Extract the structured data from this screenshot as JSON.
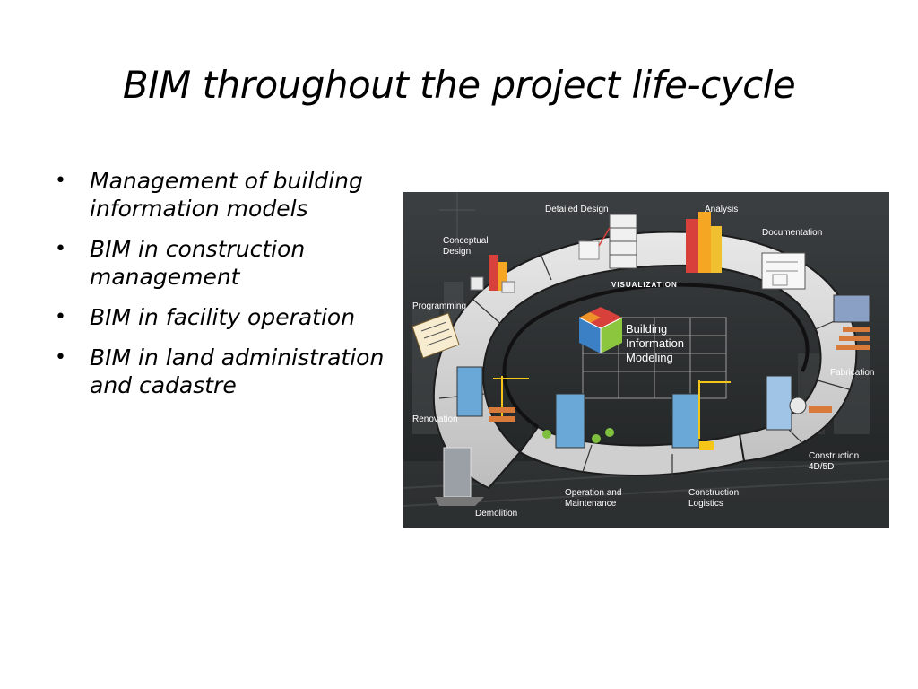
{
  "slide": {
    "title": "BIM throughout the project life-cycle",
    "bullets": [
      "Management of building information models",
      "BIM in construction management",
      "BIM in facility operation",
      "BIM in land administration and cadastre"
    ]
  },
  "diagram": {
    "center": [
      "Building",
      "Information",
      "Modeling"
    ],
    "ring_label": "VISUALIZATION",
    "stages": {
      "conceptual_design": [
        "Conceptual",
        "Design"
      ],
      "detailed_design": "Detailed Design",
      "analysis": "Analysis",
      "documentation": "Documentation",
      "fabrication": "Fabrication",
      "construction": [
        "Construction",
        "4D/5D"
      ],
      "construction_logistics": [
        "Construction",
        "Logistics"
      ],
      "operation_maintenance": [
        "Operation and",
        "Maintenance"
      ],
      "demolition": "Demolition",
      "renovation": "Renovation",
      "programming": "Programming"
    },
    "colors": {
      "background": "#2a2d2e",
      "ring": "#d9d9d9",
      "ring_edge": "#1c1c1c",
      "cube_red": "#d8413b",
      "cube_green": "#8cc63f",
      "cube_blue": "#3b7fc4",
      "cube_orange": "#f5a623"
    }
  }
}
